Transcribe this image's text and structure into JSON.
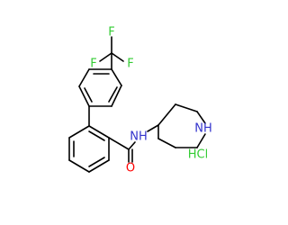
{
  "molecule": {
    "atom_labels": {
      "f_top": "F",
      "f_left": "F",
      "f_right": "F",
      "nh_amide": "NH",
      "nh_ring": "NH",
      "oxygen": "O",
      "hcl": "HCl"
    },
    "colors": {
      "fluorine": "#33cc33",
      "nitrogen": "#3333cc",
      "oxygen": "#ff0000",
      "chlorine": "#33cc33",
      "bond": "#000000"
    }
  }
}
